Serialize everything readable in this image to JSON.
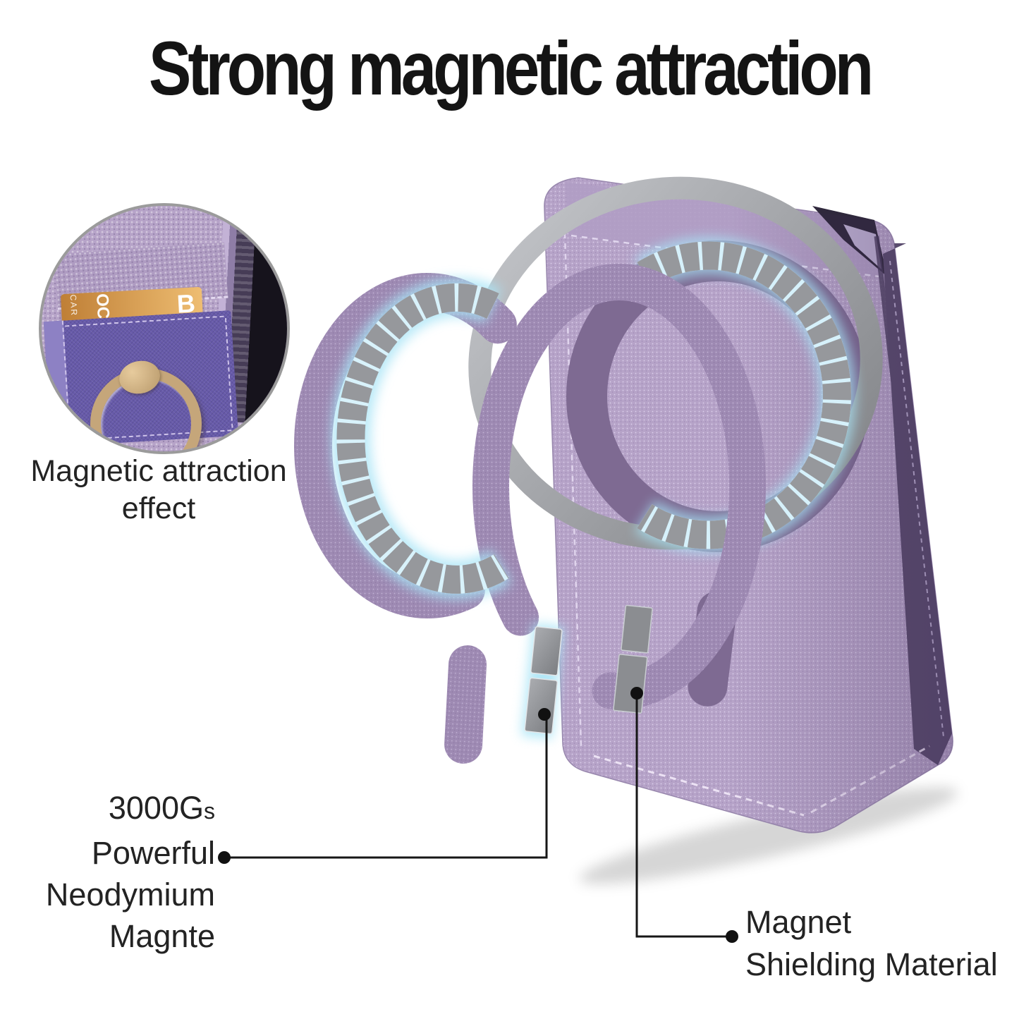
{
  "title": "Strong magnetic attraction",
  "inset": {
    "caption_line1": "Magnetic attraction",
    "caption_line2": "effect",
    "card": {
      "letter": "B",
      "side_text": "OC",
      "side_text_small": "CAR"
    }
  },
  "callouts": {
    "magnet_strength": {
      "line1": "3000G",
      "line1_suffix": "s",
      "line2": "Powerful",
      "line3": "Neodymium",
      "line4": "Magnte"
    },
    "shielding": {
      "line1": "Magnet",
      "line2": "Shielding Material"
    }
  },
  "colors": {
    "background": "#ffffff",
    "title_text": "#141414",
    "label_text": "#232323",
    "case_lilac": "#b6a3c8",
    "case_spine": "#5a4c6e",
    "magsafe_print": "#7e6a92",
    "sticker_ring_lilac": "#9e8ab3",
    "metal_gray": "#8f9194",
    "magnet_glow_blue": "#a8e4f6",
    "pocket_violet": "#675aa9",
    "card_orange": "#e2a557",
    "ring_gold": "#c5a67a",
    "leader_line": "#161616"
  }
}
